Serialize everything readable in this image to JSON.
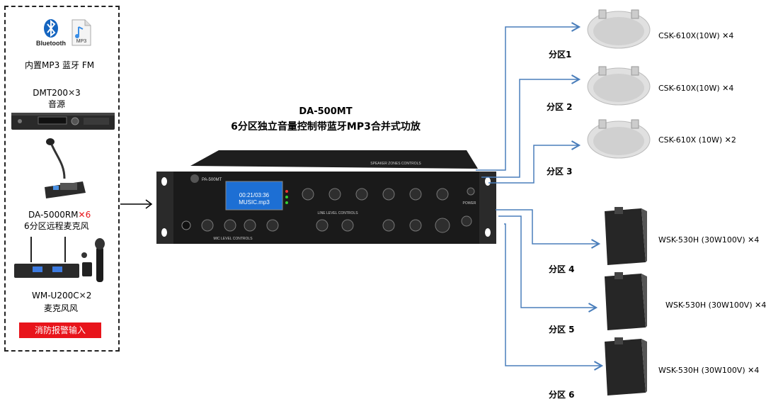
{
  "inputs": {
    "bluetooth_label": "Bluetooth",
    "mp3_label": "MP3",
    "builtin": "内置MP3 蓝牙 FM",
    "dmt_model": "DMT200",
    "dmt_mult": "3",
    "dmt_desc": "音源",
    "rm_model": "DA-5000RM",
    "rm_mult": "6",
    "rm_desc": "6分区远程麦克风",
    "wm_model": "WM-U200C",
    "wm_mult": "2",
    "wm_desc": "麦克风风",
    "fire_alarm": "消防报警输入"
  },
  "amp": {
    "model": "DA-500MT",
    "description": "6分区独立音量控制带蓝牙MP3合并式功放",
    "panel_brand": "PA-500MT",
    "display_line1": "00:21/03:36",
    "display_line2": "MUSIC.mp3",
    "speaker_zones_label": "SPEAKER ZONES CONTROLS",
    "line_level_label": "LINE LEVEL CONTROLS",
    "mic_level_label": "MIC LEVEL CONTROLS",
    "power_label": "POWER"
  },
  "zones": [
    {
      "label": "分区1",
      "model": "CSK-610X(10W)",
      "qty": "4",
      "type": "ceiling"
    },
    {
      "label": "分区 2",
      "model": "CSK-610X(10W)",
      "qty": "4",
      "type": "ceiling"
    },
    {
      "label": "分区 3",
      "model": "CSK-610X (10W)",
      "qty": "2",
      "type": "ceiling"
    },
    {
      "label": "分区 4",
      "model": "WSK-530H (30W100V)",
      "qty": "4",
      "type": "wall"
    },
    {
      "label": "分区 5",
      "model": "WSK-530H (30W100V)",
      "qty": "4",
      "type": "wall"
    },
    {
      "label": "分区 6",
      "model": "WSK-530H (30W100V)",
      "qty": "4",
      "type": "wall"
    }
  ],
  "colors": {
    "arrow": "#4a7ebb",
    "alarm": "#e8141b",
    "mult_red": "#e8141b"
  }
}
